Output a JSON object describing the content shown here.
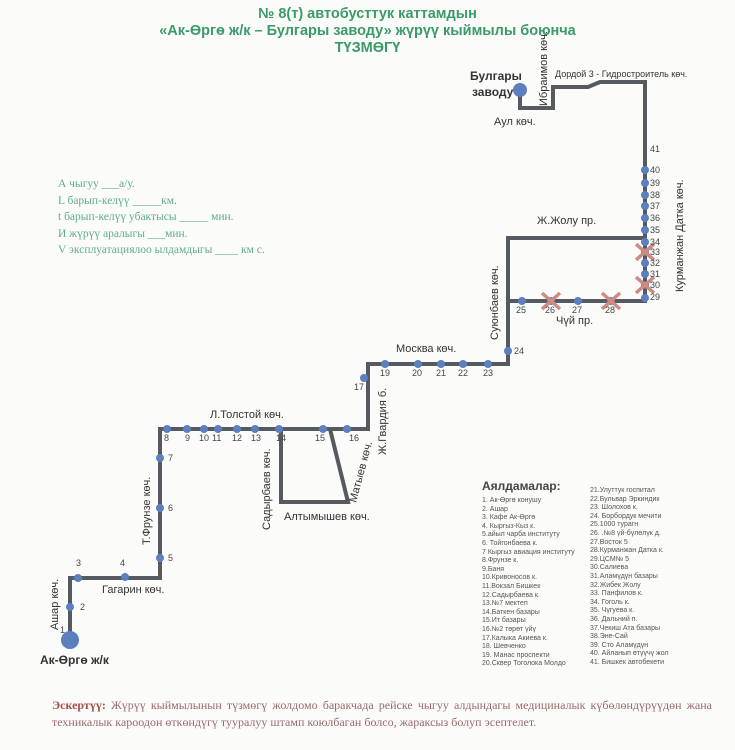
{
  "title": {
    "line1": "№ 8(т) автобусттук каттамдын",
    "line2": "«Ак-Өргө ж/к – Булгары заводу» жүрүү кыймылы боюнча",
    "line3": "ТҮЗМӨГҮ"
  },
  "params": [
    "А чыгуу ___а/у.",
    "L барып-келүү _____км.",
    "t барып-келүү убактысы _____ мин.",
    "И жүрүү аралыгы ___мин.",
    "V эксплуатациялоо ылдамдыгы ____ км с."
  ],
  "map": {
    "terminals": {
      "start": "Ак-Өргө ж/к",
      "end_line1": "Булгары",
      "end_line2": "заводу"
    },
    "streets": {
      "ashar": "Ашар көч.",
      "gagarin": "Гагарин көч.",
      "frunze": "Т.Фрунзе көч.",
      "tolstoy": "Л.Толстой көч.",
      "sadyrbaev": "Садырбаев көч.",
      "altymyshev": "Алтымышев көч.",
      "matyev": "Матыев көч.",
      "gvardia": "Ж.Гвардия б.",
      "moskva": "Москва көч.",
      "suyunbaev": "Суюнбаев көч.",
      "chui": "Чүй пр.",
      "zholu": "Ж.Жолу пр.",
      "kurmanjan": "Курманжан Датка көч.",
      "ibraimov": "Ибраимов көч.",
      "aul": "Аул көч.",
      "dordoi": "Дордой 3   - Гидростроитель көч."
    },
    "stop_labels": [
      "1",
      "2",
      "3",
      "4",
      "5",
      "6",
      "7",
      "8",
      "9",
      "10",
      "11",
      "12",
      "13",
      "14",
      "15",
      "16",
      "17",
      "19",
      "20",
      "21",
      "22",
      "23",
      "24",
      "25",
      "26",
      "27",
      "28",
      "29",
      "30",
      "31",
      "32",
      "33",
      "34",
      "35",
      "36",
      "37",
      "38",
      "39",
      "40",
      "41"
    ],
    "route_color": "#555a60",
    "stop_color": "#5b7fbf",
    "closed_mark_color": "#d08a80"
  },
  "legend": {
    "title": "Аялдамалар:",
    "items": [
      "1. Ак-Өргө конушу",
      "2. Ашар",
      "3. Кафе Ак-Өргө",
      "4. Кыргыз-Кыз к.",
      "5.айыл чарба институту",
      "6. Тойгонбаева к.",
      "7 Кыргыз авиация институту",
      "8.Фрунзе к.",
      "9.Баня",
      "10.Кривоносов к.",
      "11.Вокзал Бишкек",
      "12.Садырбаева к.",
      "13.№7 мектеп",
      "14.Баткен базары",
      "15.Ит базары",
      "16.№2 төрөт үйү",
      "17.Калыка Акиева к.",
      "18. Шевченко",
      "19. Манас проспекти",
      "20.Сквер Тоголока Молдо",
      "21.Улуттук госпитал",
      "22.Бульвар Эркиндик",
      "23. Шолохов к.",
      "24. Борбордук мечити",
      "25.1000 турагн",
      "26. .№8 үй-бүлөлүк д.",
      "27.Восток 5",
      "28.Курманжан Датка к.",
      "29.ЦСМ№ 5",
      "30.Салиева",
      "31.Аламүдүн базары",
      "32.Жибек Жолу",
      "33. Панфилов к.",
      "34. Гоголь к.",
      "35. Чүгуева к.",
      "36. Дальний п.",
      "37.Чекиш Ата базары",
      "38.Эне-Сай",
      "39. Сто Аламүдүн",
      "40. Айланып өтүүчү жол",
      "41. Бишкек автобекети"
    ]
  },
  "note": {
    "label": "Эскертүү:",
    "text": "Жүрүү кыймылынын түзмөгү жолдомо баракчада рейске чыгуу алдындагы медициналык күбөлөндүрүүдөн жана техникалык кароодон өткөндүгү тууралуу штамп коюлбаган болсо, жараксыз болуп эсептелет."
  }
}
